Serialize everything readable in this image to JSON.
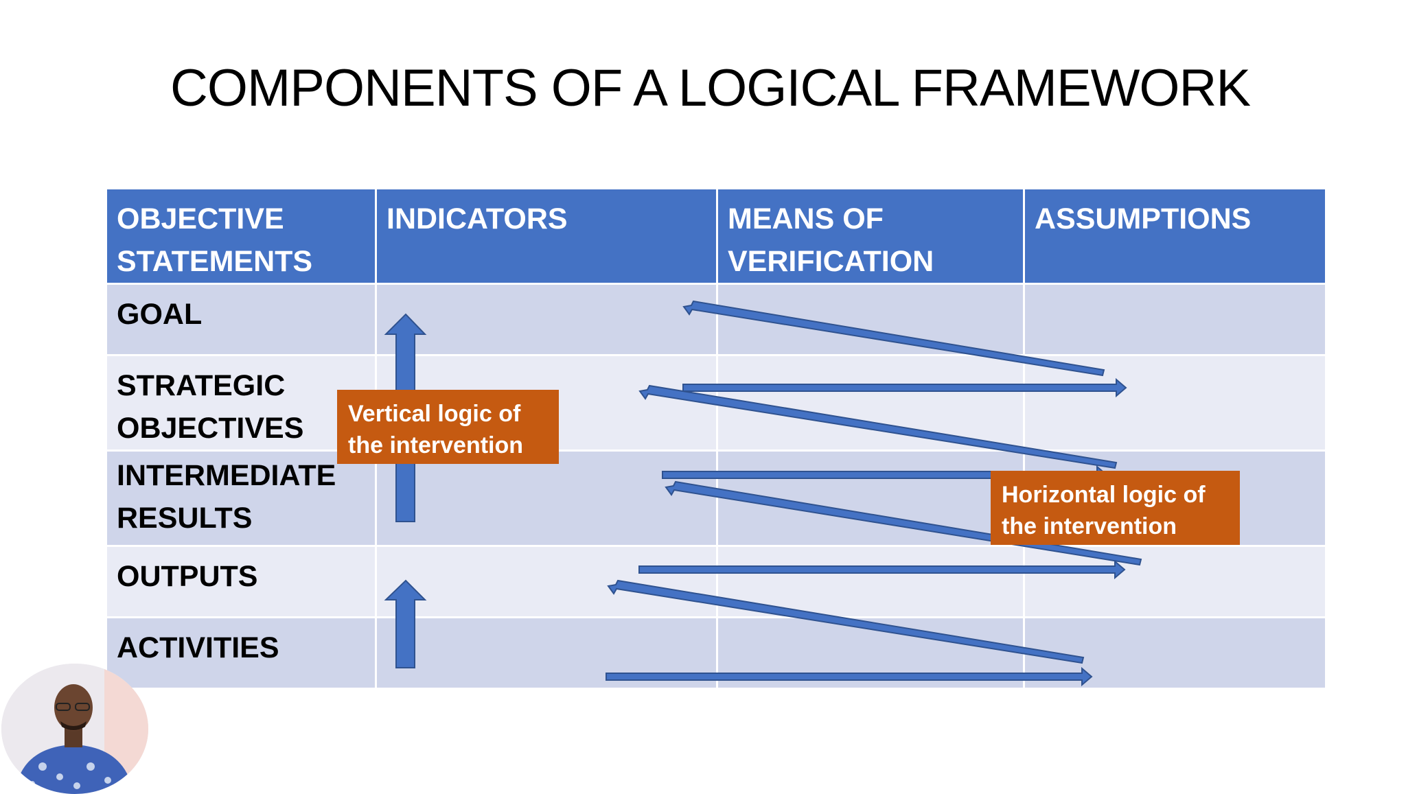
{
  "title": "COMPONENTS OF A LOGICAL FRAMEWORK",
  "table": {
    "headers": [
      "OBJECTIVE\nSTATEMENTS",
      "INDICATORS",
      "MEANS OF\nVERIFICATION",
      "ASSUMPTIONS"
    ],
    "rows": [
      {
        "label": "GOAL"
      },
      {
        "label": "STRATEGIC\nOBJECTIVES"
      },
      {
        "label": "INTERMEDIATE\nRESULTS"
      },
      {
        "label": "OUTPUTS"
      },
      {
        "label": "ACTIVITIES"
      }
    ]
  },
  "callouts": {
    "vertical": "Vertical logic of\nthe intervention",
    "horizontal": "Horizontal logic of\nthe intervention"
  },
  "colors": {
    "header": "#4472c4",
    "row_dark": "#cfd5ea",
    "row_light": "#e9ebf5",
    "arrow": "#4472c4",
    "arrow_outline": "#2f528f",
    "callout": "#c55a11"
  }
}
